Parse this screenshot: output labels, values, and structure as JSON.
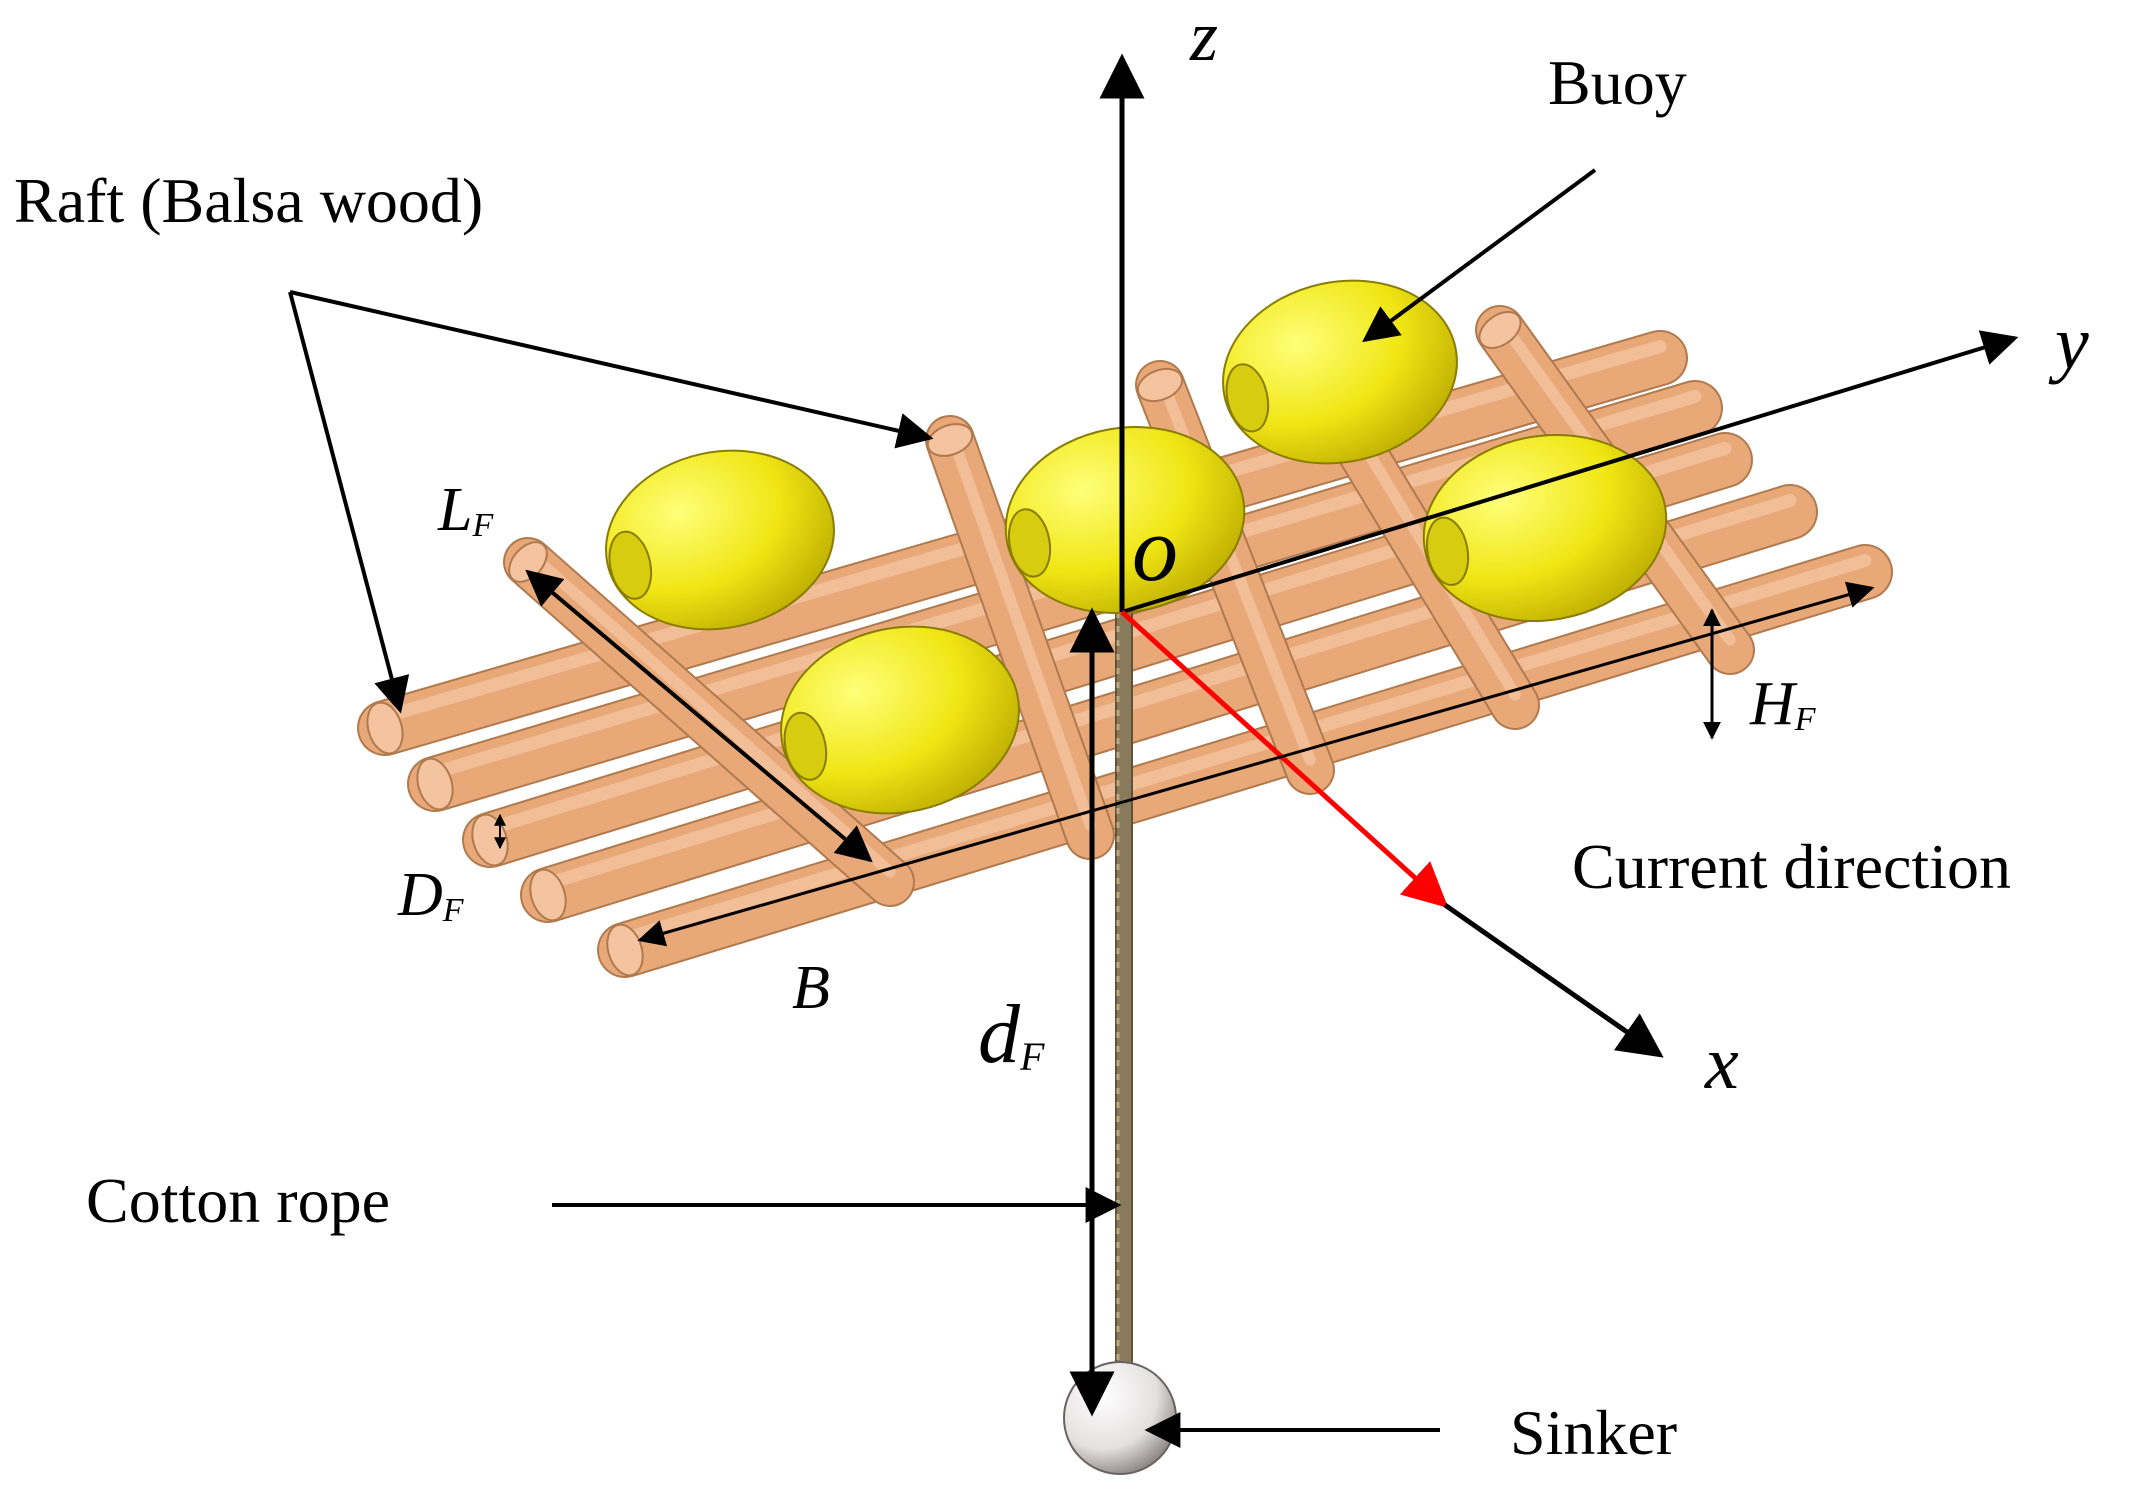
{
  "labels": {
    "raft": "Raft (Balsa wood)",
    "buoy": "Buoy",
    "current_direction": "Current direction",
    "cotton_rope": "Cotton rope",
    "sinker": "Sinker"
  },
  "axes": {
    "x": "x",
    "y": "y",
    "z": "z",
    "origin": "o"
  },
  "dimensions": {
    "length": {
      "symbol": "L",
      "subscript": "F"
    },
    "diameter": {
      "symbol": "D",
      "subscript": "F"
    },
    "height": {
      "symbol": "H",
      "subscript": "F"
    },
    "breadth": {
      "symbol": "B"
    },
    "depth": {
      "symbol": "d",
      "subscript": "F"
    }
  },
  "colors": {
    "wood": "#e8a878",
    "wood_end": "#f4c4a0",
    "buoy": "#f0e614",
    "current_arrow": "#ff0000",
    "rope": "#8a7a5c",
    "sinker": "#f2f2f2"
  }
}
